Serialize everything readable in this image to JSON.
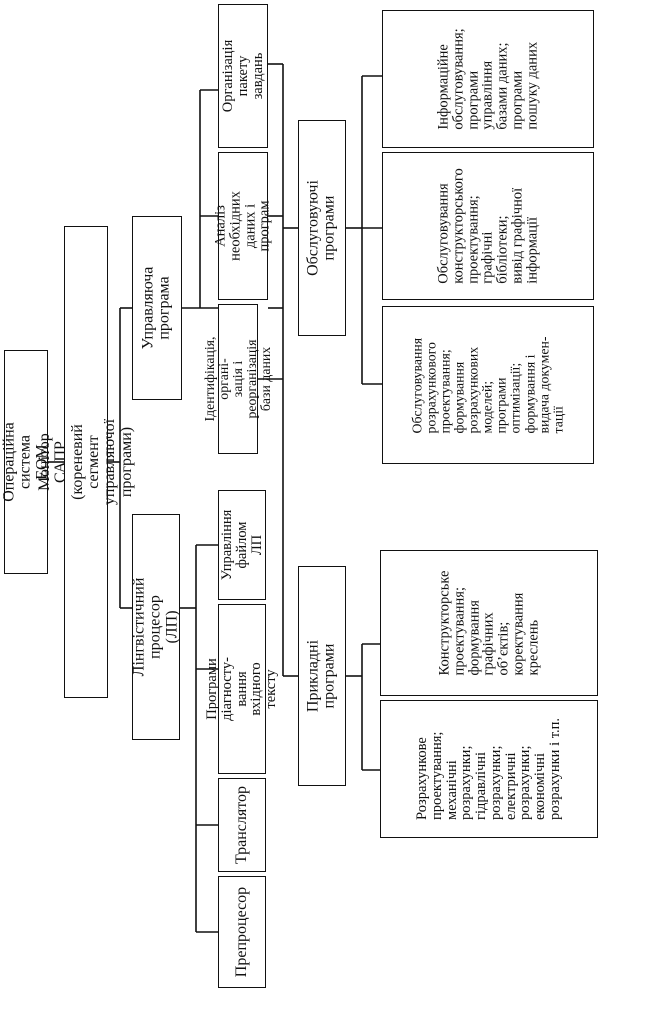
{
  "diagram": {
    "os": "Операційна система ЕОМ",
    "monitor": "Монітор САПР (кореневий сегмент управляючої програми)",
    "lp": "Лінгвістичний процесор (ЛП)",
    "control": "Управляюча програма",
    "preprocessor": "Препроцесор",
    "translator": "Транслятор",
    "diagnostics": "Програми діагносту-\nвання вхідного тексту",
    "lp_file": "Управління\nфайлом ЛП",
    "identification": "Ідентифікація, органі-\nзація і реорганізація\nбази даних",
    "analysis": "Аналіз необхідних\nданих і програм",
    "batch": "Організація пакету\nзавдань",
    "applied": "Прикладні програми",
    "service": "Обслуговуючі програми",
    "calc_design": "Розрахункове\nпроектування;\nмеханічні\nрозрахунки;\nгідравлічні\nрозрахунки;\nелектричні\nрозрахунки;\nекономічні\nрозрахунки і т.п.",
    "constr_design": "Конструкторське\nпроектування;\nформування\nграфічних\nоб’єктів;\nкоректування\nкреслень",
    "svc_calc": "Обслуговування\nрозрахункового\nпроектування;\nформування\nрозрахункових\nмоделей;\nпрограми\nоптимізації;\nформування і\nвидача докумен-\nтації",
    "svc_constr": "Обслуговування\nконструкторського\nпроектування;\nграфічні\nбібліотеки;\nвивід графічної\nінформації",
    "svc_info": "Інформаційне\nобслуговування;\nпрограми\nуправління\nбазами даних;\nпрограми\nпошуку даних"
  }
}
